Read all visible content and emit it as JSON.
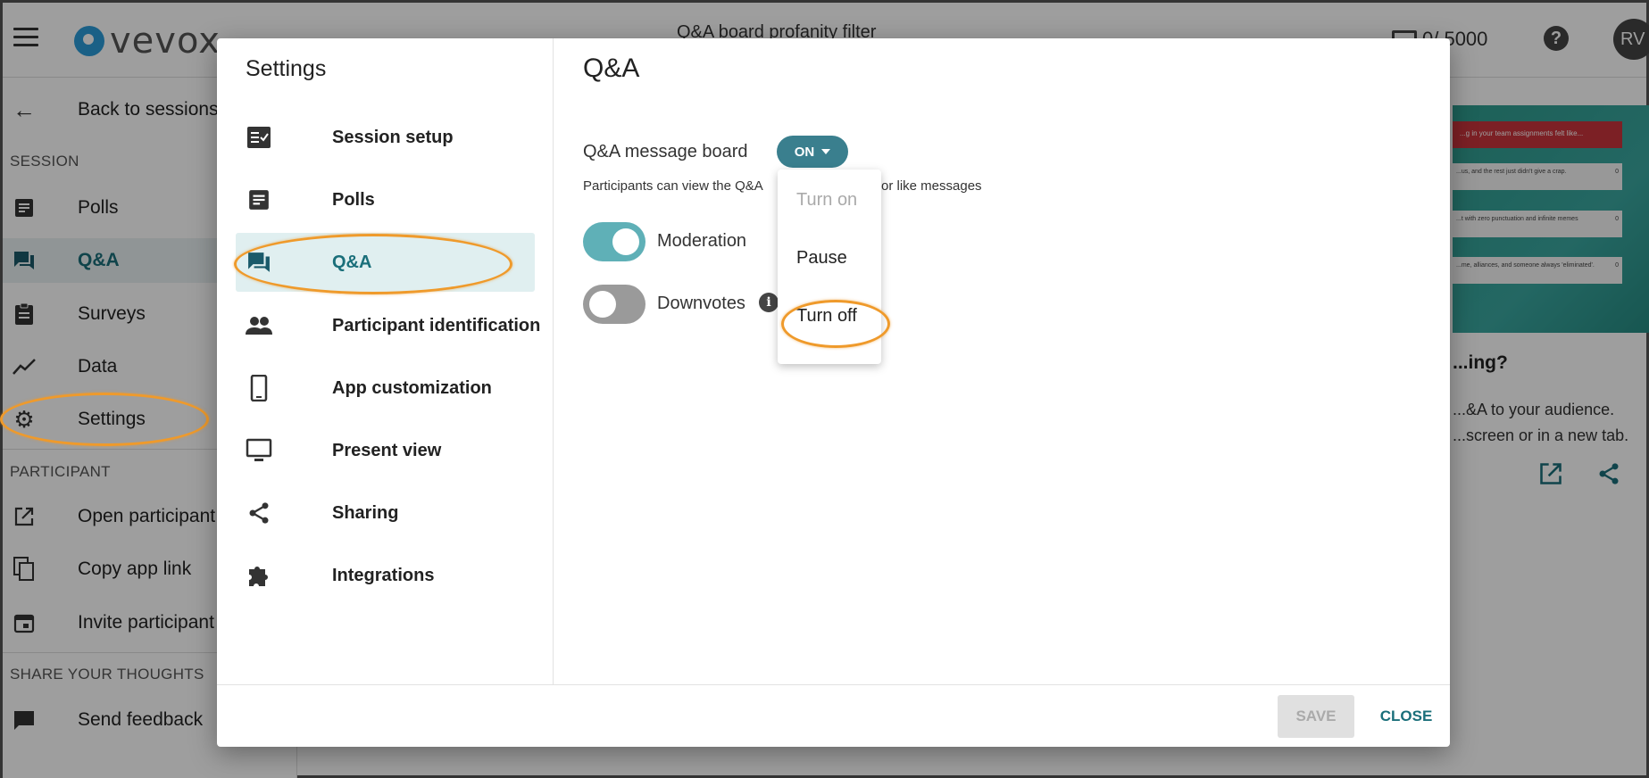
{
  "topbar": {
    "title": "Q&A board profanity filter",
    "counter": "0/ 5000",
    "help_icon": "?",
    "avatar_initials": "RV",
    "logo_text": "vevox"
  },
  "sidenav": {
    "back_label": "Back to sessions",
    "section_session": "SESSION",
    "section_participant": "PARTICIPANT",
    "section_share": "SHARE YOUR THOUGHTS",
    "items": [
      {
        "label": "Polls"
      },
      {
        "label": "Q&A"
      },
      {
        "label": "Surveys"
      },
      {
        "label": "Data"
      },
      {
        "label": "Settings"
      },
      {
        "label": "Open participant"
      },
      {
        "label": "Copy app link"
      },
      {
        "label": "Invite participant"
      },
      {
        "label": "Send feedback"
      }
    ]
  },
  "right_panel": {
    "banner": "...g in your team assignments felt like...",
    "cards": [
      "...us, and the rest just didn't give a crap.",
      "...t with zero punctuation and infinite memes",
      "...me, alliances, and someone always 'eliminated'."
    ],
    "card_counts": [
      "0",
      "0",
      "0"
    ],
    "title": "...ing?",
    "text_line1": "...&A to your audience.",
    "text_line2": "...screen or in a new tab."
  },
  "modal": {
    "heading": "Settings",
    "menu": [
      {
        "label": "Session setup",
        "icon": "session-setup-icon"
      },
      {
        "label": "Polls",
        "icon": "polls-icon"
      },
      {
        "label": "Q&A",
        "icon": "qa-icon"
      },
      {
        "label": "Participant identification",
        "icon": "people-icon"
      },
      {
        "label": "App customization",
        "icon": "phone-icon"
      },
      {
        "label": "Present view",
        "icon": "monitor-icon"
      },
      {
        "label": "Sharing",
        "icon": "share-icon"
      },
      {
        "label": "Integrations",
        "icon": "puzzle-icon"
      }
    ],
    "section_title": "Q&A",
    "board_label": "Q&A message board",
    "board_status": "ON",
    "description_visible_start": "Participants can view the Q&A",
    "description_visible_end": "or like messages",
    "moderation_label": "Moderation",
    "moderation_on": true,
    "downvotes_label": "Downvotes",
    "downvotes_on": false,
    "info_icon": "i",
    "dropdown_options": [
      {
        "label": "Turn on",
        "disabled": true
      },
      {
        "label": "Pause",
        "disabled": false
      },
      {
        "label": "Turn off",
        "disabled": false
      }
    ],
    "save_label": "SAVE",
    "close_label": "CLOSE"
  },
  "colors": {
    "accent": "#1a6f7a",
    "on_button": "#3a7f8e",
    "toggle_on": "#5fb0b7",
    "annotation": "#ef9a2b"
  }
}
